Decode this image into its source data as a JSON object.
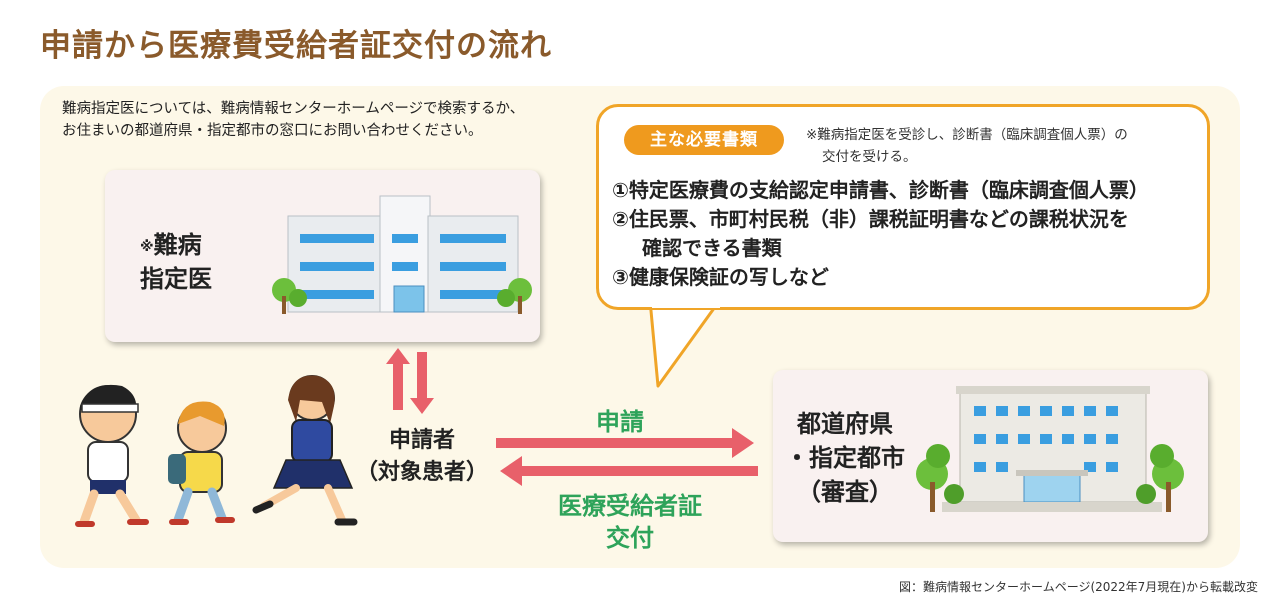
{
  "title": "申請から医療費受給者証交付の流れ",
  "note": {
    "line1": "難病指定医については、難病情報センターホームページで検索するか、",
    "line2": "お住まいの都道府県・指定都市の窓口にお問い合わせください。"
  },
  "doctor_box": {
    "mark": "※",
    "line1": "難病",
    "line2": "指定医"
  },
  "callout": {
    "badge": "主な必要書類",
    "note_line1": "※難病指定医を受診し、診断書（臨床調査個人票）の",
    "note_line2": "交付を受ける。",
    "item1": "①特定医療費の支給認定申請書、診断書（臨床調査個人票）",
    "item2": "②住民票、市町村民税（非）課税証明書などの課税状況を",
    "item2_cont": "確認できる書類",
    "item3": "③健康保険証の写しなど"
  },
  "applicant": {
    "line1": "申請者",
    "line2": "（対象患者）"
  },
  "flow": {
    "apply": "申請",
    "issue_line1": "医療受給者証",
    "issue_line2": "交付"
  },
  "pref_box": {
    "line1": "都道府県",
    "line2": "・指定都市",
    "line3": "（審査）"
  },
  "credit": "図：難病情報センターホームページ(2022年7月現在)から転載改変",
  "colors": {
    "title": "#8a5a2b",
    "panel": "#fdf8e8",
    "accent_orange": "#ef9a1e",
    "arrow_red": "#e8606a",
    "label_green": "#2ea35a"
  }
}
